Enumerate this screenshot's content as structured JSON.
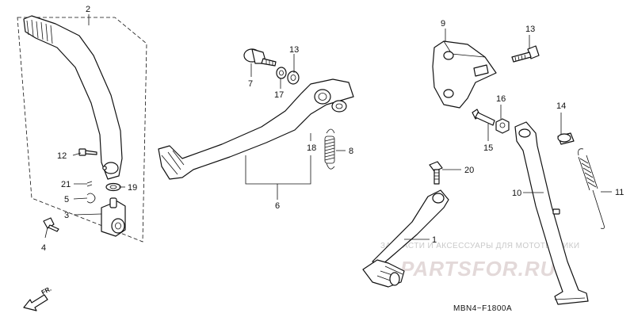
{
  "diagram": {
    "callouts": {
      "c1": "1",
      "c2": "2",
      "c3": "3",
      "c4": "4",
      "c5": "5",
      "c6": "6",
      "c7": "7",
      "c8": "8",
      "c9": "9",
      "c10": "10",
      "c11": "11",
      "c12": "12",
      "c13": "13",
      "c14": "14",
      "c15": "15",
      "c16": "16",
      "c17": "17",
      "c18": "18",
      "c19": "19",
      "c20": "20",
      "c21": "21"
    },
    "direction_label": "FR.",
    "diagram_code": "MBN4−F1800A",
    "watermark_text": "ЗАПЧАСТИ И АКСЕССУАРЫ ДЛЯ МОТОТЕХНИКИ",
    "watermark_logo": "PARTSFOR.RU"
  },
  "colors": {
    "line": "#111111",
    "watermark": "#d8cccc",
    "background": "#ffffff"
  }
}
